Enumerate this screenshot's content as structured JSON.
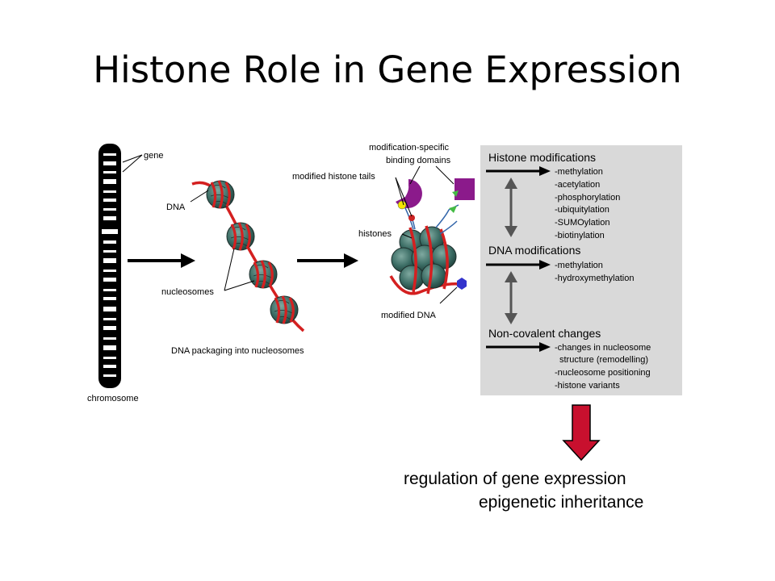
{
  "title": "Histone Role in Gene Expression",
  "labels": {
    "gene": "gene",
    "dna": "DNA",
    "nucleosomes": "nucleosomes",
    "chromosome": "chromosome",
    "packaging": "DNA packaging into nucleosomes",
    "binding_domains_1": "modification-specific",
    "binding_domains_2": "binding domains",
    "modified_tails": "modified histone tails",
    "histones": "histones",
    "modified_dna": "modified DNA"
  },
  "panel": {
    "histone_mods": {
      "heading": "Histone modifications",
      "items": [
        "-methylation",
        "-acetylation",
        "-phosphorylation",
        "-ubiquitylation",
        "-SUMOylation",
        "-biotinylation"
      ]
    },
    "dna_mods": {
      "heading": "DNA modifications",
      "items": [
        "-methylation",
        "-hydroxymethylation"
      ]
    },
    "noncovalent": {
      "heading": "Non-covalent changes",
      "items": [
        "-changes in nucleosome",
        "structure (remodelling)",
        "-nucleosome positioning",
        "-histone variants"
      ]
    }
  },
  "outcome": {
    "line1": "regulation of gene expression",
    "line2": "epigenetic inheritance"
  },
  "colors": {
    "dna": "#d42020",
    "nucleosome": "#3a6b63",
    "panel_bg": "#d9d9d9",
    "big_arrow": "#c8102e",
    "reader_purple": "#8b1a8b",
    "marker_yellow": "#f5e600",
    "marker_blue": "#3333cc",
    "marker_green": "#44bb44"
  }
}
